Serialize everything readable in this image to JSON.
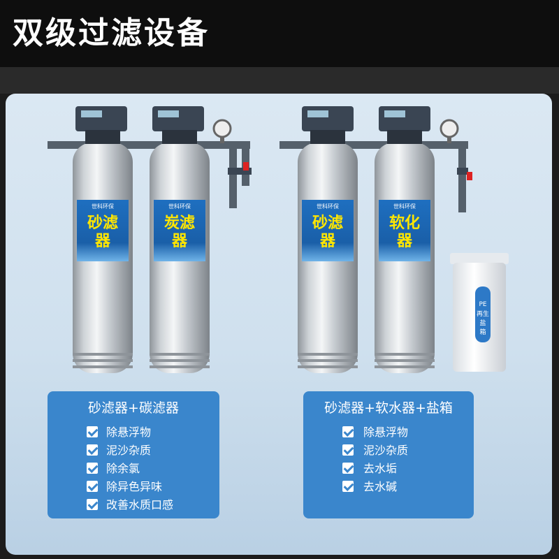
{
  "title": "双级过滤设备",
  "tanks": [
    {
      "label": "砂滤器",
      "brand": "世科环保"
    },
    {
      "label": "炭滤器",
      "brand": "世科环保"
    },
    {
      "label": "砂滤器",
      "brand": "世科环保"
    },
    {
      "label": "软化器",
      "brand": "世科环保"
    }
  ],
  "brine_tank": {
    "label": "PE再生盐箱"
  },
  "cards": [
    {
      "heading": "砂滤器+碳滤器",
      "items": [
        "除悬浮物",
        "泥沙杂质",
        "除余氯",
        "除异色异味",
        "改善水质口感"
      ]
    },
    {
      "heading": "砂滤器+软水器+盐箱",
      "items": [
        "除悬浮物",
        "泥沙杂质",
        "去水垢",
        "去水碱"
      ]
    }
  ],
  "colors": {
    "accent": "#3a86cc",
    "tank_label": "#ffe600",
    "valve": "#3a4553"
  }
}
